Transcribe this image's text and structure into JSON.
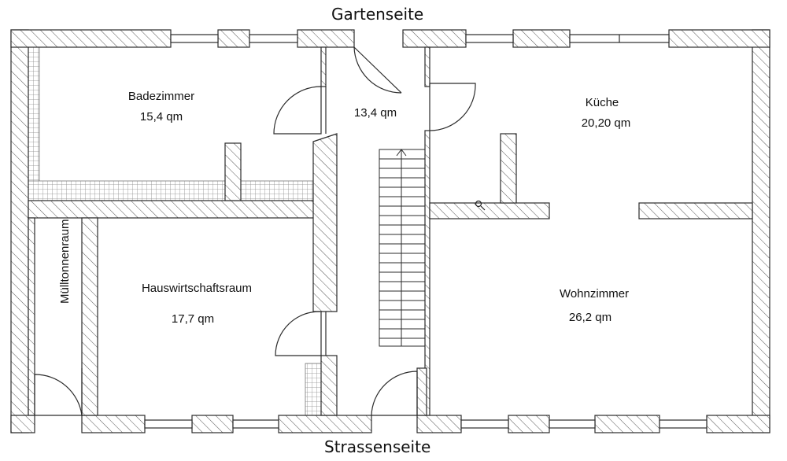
{
  "plan": {
    "top_side": "Gartenseite",
    "bottom_side": "Strassenseite",
    "rooms": {
      "bad": {
        "name": "Badezimmer",
        "area": "15,4 qm"
      },
      "flur": {
        "area": "13,4 qm"
      },
      "kueche": {
        "name": "Küche",
        "area": "20,20 qm"
      },
      "hwr": {
        "name": "Hauswirtschaftsraum",
        "area": "17,7 qm"
      },
      "muell": {
        "name": "Mülltonnenraum"
      },
      "wohn": {
        "name": "Wohnzimmer",
        "area": "26,2 qm"
      }
    }
  },
  "colors": {
    "wall_line": "#2b2b2b",
    "hatch": "#555555",
    "tile": "#8a8a8a",
    "background": "#ffffff"
  }
}
